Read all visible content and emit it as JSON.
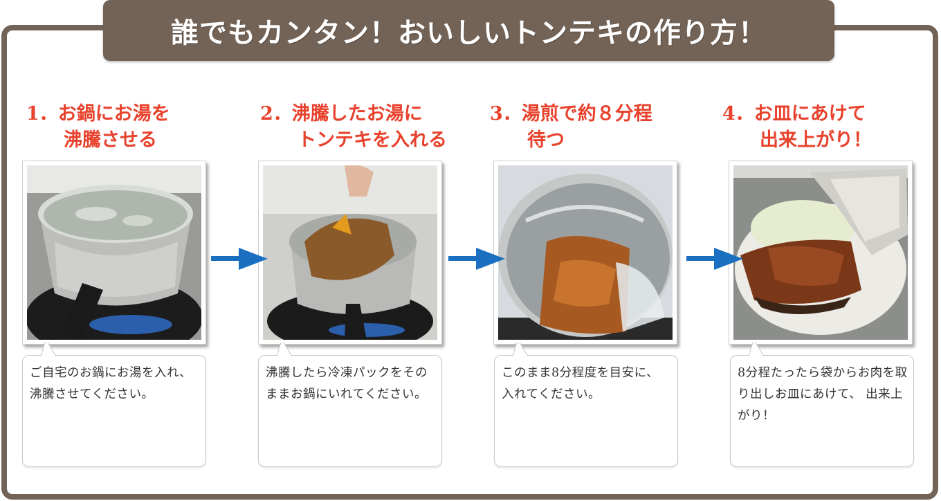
{
  "banner": {
    "title": "誰でもカンタン！おいしいトンテキの作り方！"
  },
  "colors": {
    "frame_brown": "#736357",
    "heading_red": "#e8412c",
    "arrow_blue": "#1a6fc0",
    "caption_text": "#333333"
  },
  "steps": [
    {
      "number": "1.",
      "heading_line1": "1．お鍋にお湯を",
      "heading_line2": "沸騰させる",
      "photo": "boiling-water-pot-photo",
      "caption": "ご自宅のお鍋にお湯を入れ、 沸騰させてください。"
    },
    {
      "number": "2.",
      "heading_line1": "2．沸騰したお湯に",
      "heading_line2": "トンテキを入れる",
      "photo": "placing-pack-in-pot-photo",
      "caption": "沸騰したら冷凍パックをそのままお鍋にいれてください。"
    },
    {
      "number": "3.",
      "heading_line1": "3．湯煎で約８分程",
      "heading_line2": "待つ",
      "photo": "simmering-pack-photo",
      "caption": "このまま8分程度を目安に、 入れてください。"
    },
    {
      "number": "4.",
      "heading_line1": "4．お皿にあけて",
      "heading_line2": "出来上がり！",
      "photo": "plated-tonteki-photo",
      "caption": "8分程たったら袋からお肉を取り出しお皿にあけて、 出来上がり！"
    }
  ],
  "arrows": [
    "arrow-right-icon",
    "arrow-right-icon",
    "arrow-right-icon"
  ]
}
